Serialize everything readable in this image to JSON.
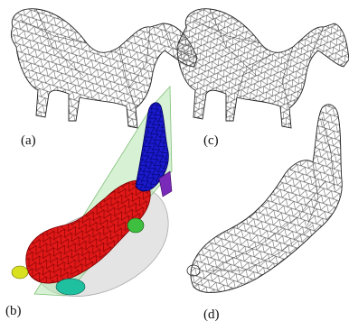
{
  "labels": {
    "a": "(a)",
    "b": "(b)",
    "c": "(c)",
    "d": "(d)"
  },
  "colors": {
    "background": "#ffffff",
    "wire": "#222222",
    "torso": "#e01818",
    "neck": "#1a1acc",
    "leg_yellow": "#d8e020",
    "leg_green": "#3fbf3f",
    "leg_teal": "#1fc0a0",
    "plane": "#b7e6b0",
    "ghost": "#d6d6d6",
    "purple": "#7a2ab8"
  },
  "icons": [
    "horse-wireframe-mesh",
    "segmented-skeleton-model",
    "cutting-plane"
  ]
}
